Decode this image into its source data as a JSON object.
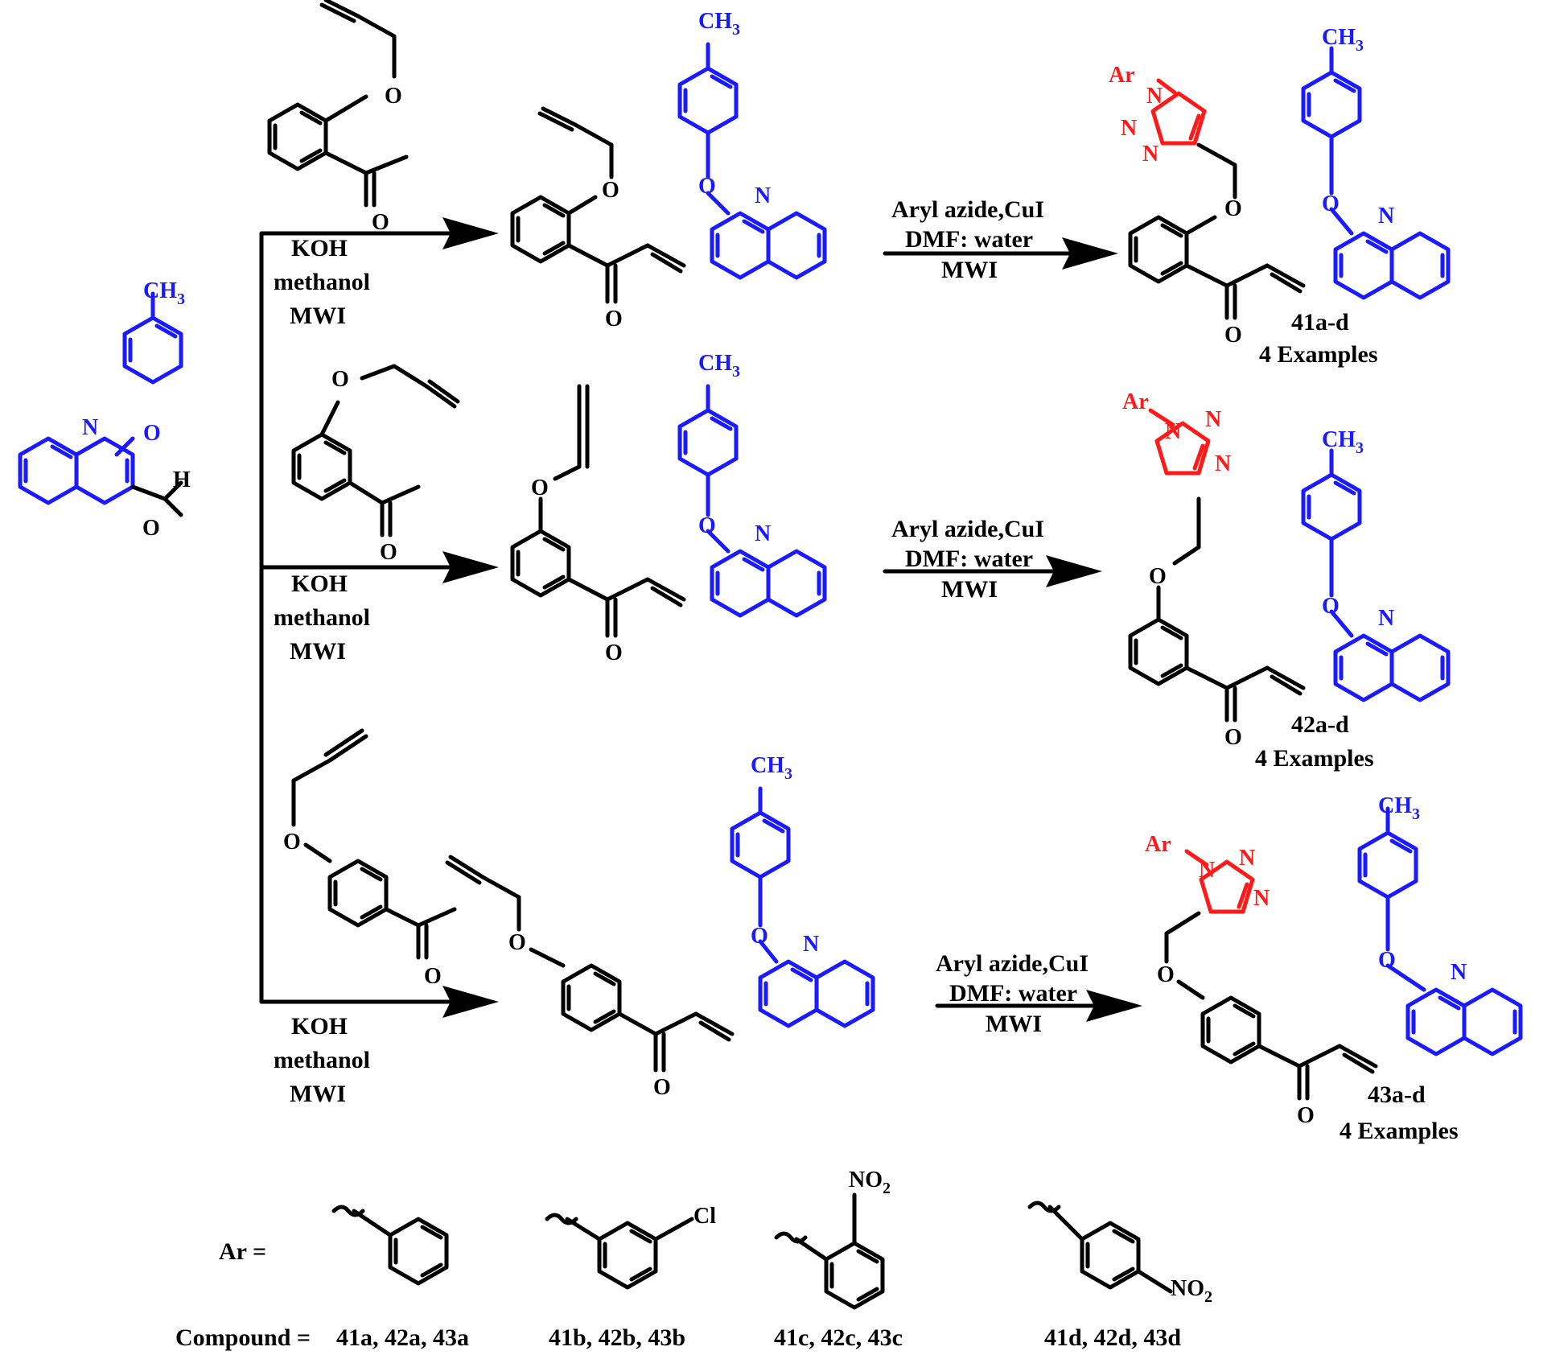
{
  "colors": {
    "quinoline_tolyloxy": "#1a1aff",
    "triazole": "#ff1a1a",
    "default": "#000000"
  },
  "atoms": {
    "methyl": "CH",
    "methyl_sub": "3",
    "oxygen": "O",
    "nitrogen": "N",
    "hydrogen": "H",
    "aryl": "Ar",
    "chlorine": "Cl",
    "nitro": "NO",
    "nitro_sub": "2"
  },
  "step1": {
    "reagent": "KOH",
    "solvent": "methanol",
    "condition": "MWI"
  },
  "step2": {
    "reagent": "Aryl azide,CuI",
    "solvent": "DMF: water",
    "condition": "MWI"
  },
  "products": [
    {
      "id": "41a-d",
      "examples": "4 Examples"
    },
    {
      "id": "42a-d",
      "examples": "4 Examples"
    },
    {
      "id": "43a-d",
      "examples": "4 Examples"
    }
  ],
  "legend": {
    "ar_label": "Ar =",
    "compound_label": "Compound =",
    "sets": [
      "41a, 42a, 43a",
      "41b, 42b, 43b",
      "41c, 42c, 43c",
      "41d, 42d, 43d"
    ]
  }
}
